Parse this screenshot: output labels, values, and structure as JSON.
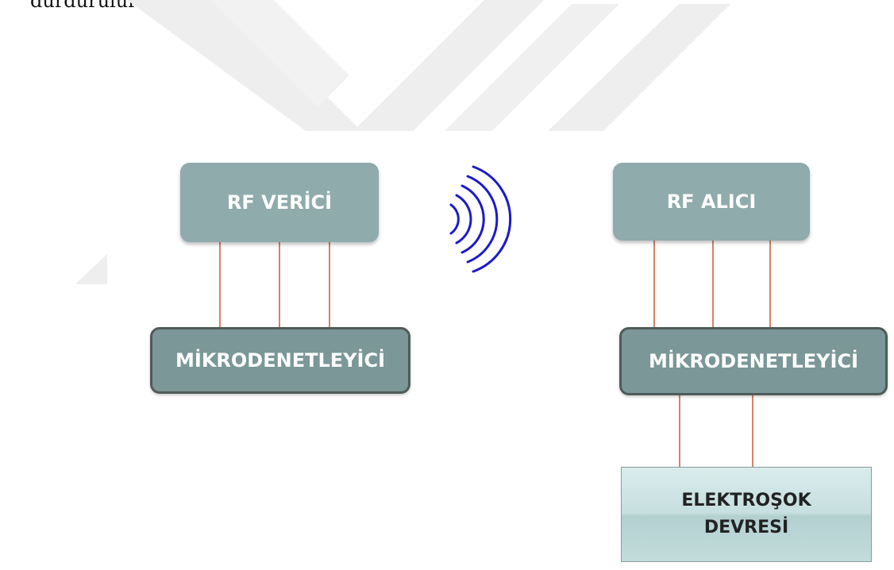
{
  "page": {
    "top_text": "durdurulur."
  },
  "diagram": {
    "transmitter": {
      "rf_label": "RF VERİCİ",
      "mcu_label": "MİKRODENETLEYİCİ"
    },
    "receiver": {
      "rf_label": "RF ALICI",
      "mcu_label": "MİKRODENETLEYİCİ",
      "shock_label_line1": "ELEKTROŞOK",
      "shock_label_line2": "DEVRESİ"
    },
    "wave_icon": "wireless-signal-icon",
    "colors": {
      "rf_block": "#8fabab",
      "mcu_block": "#7b9797",
      "mcu_border": "#4f5b58",
      "connector": "#d9806a",
      "wave": "#1a1acc",
      "watermark": "#eeeeee"
    }
  }
}
